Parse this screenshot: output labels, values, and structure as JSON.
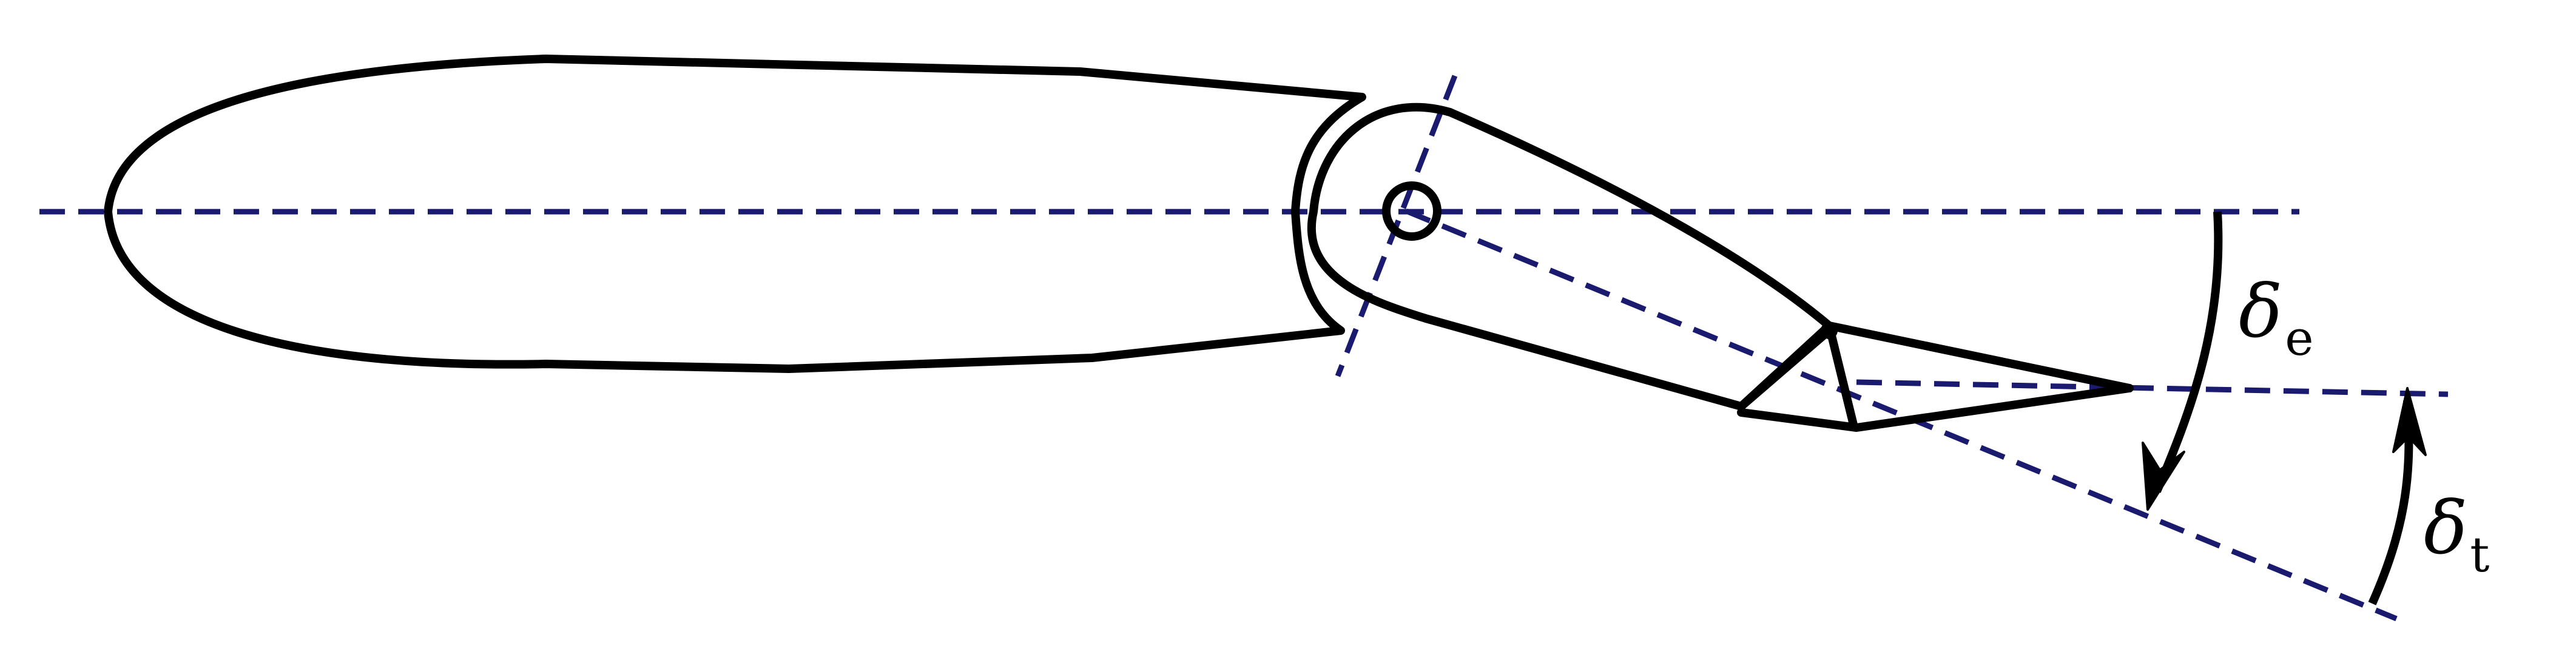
{
  "colors": {
    "outline": "#000000",
    "reference_lines": "#1a1a6e",
    "background": "#ffffff"
  },
  "labels": {
    "elevator_angle": {
      "symbol": "δ",
      "subscript": "e"
    },
    "tab_angle": {
      "symbol": "δ",
      "subscript": "t"
    }
  }
}
